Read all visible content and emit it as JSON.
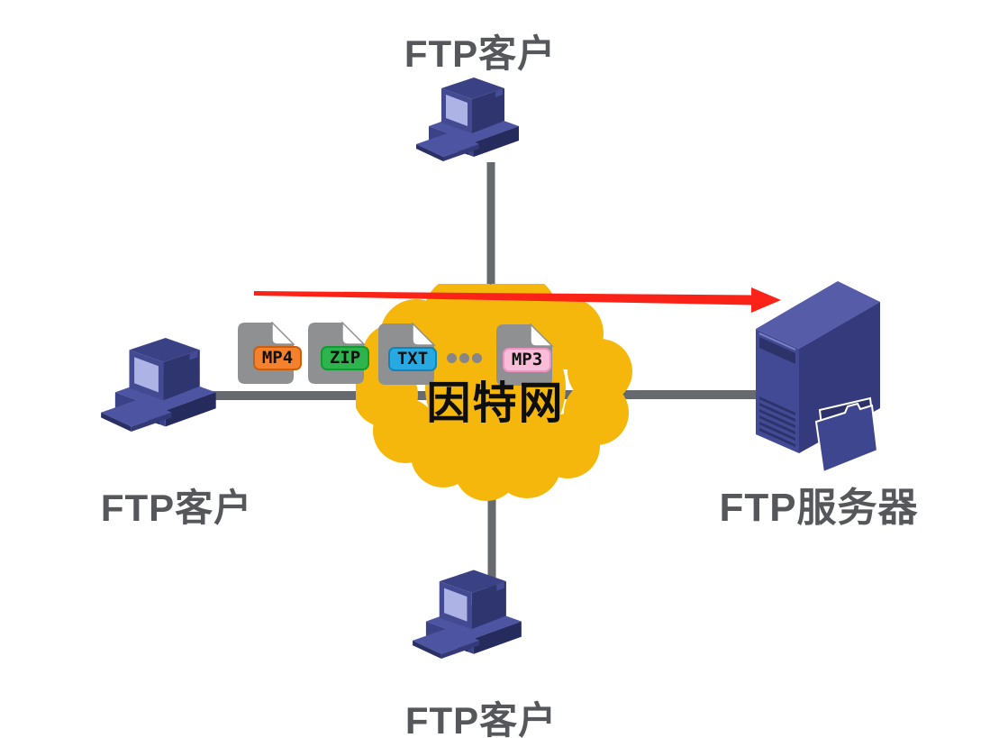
{
  "diagram": {
    "title_hint": "FTP clients exchanging files with an FTP server through the Internet",
    "clients": [
      {
        "position": "top",
        "label": "FTP客户"
      },
      {
        "position": "left",
        "label": "FTP客户"
      },
      {
        "position": "bottom",
        "label": "FTP客户"
      }
    ],
    "server": {
      "label": "FTP服务器"
    },
    "cloud": {
      "label": "因特网",
      "color": "#f5b70b"
    },
    "files": [
      {
        "label": "MP4",
        "bg": "#f5812d",
        "border": "#c9600f"
      },
      {
        "label": "ZIP",
        "bg": "#2eb44d",
        "border": "#149a35"
      },
      {
        "label": "TXT",
        "bg": "#29a9e1",
        "border": "#0d86bf"
      },
      {
        "label": "MP3",
        "bg": "#f9bcd9",
        "border": "#ef93c3"
      }
    ],
    "ellipsis_dots": 3,
    "transfer_arrow": {
      "direction": "left-to-right",
      "color": "#fb2317"
    },
    "colors": {
      "connector_line": "#66696d",
      "label_text": "#55575b",
      "cloud_yellow": "#f5b70b",
      "device_navy_mid": "#454c97",
      "device_navy_dark": "#2d3268",
      "device_navy_light": "#5a61ae",
      "screen_lavender": "#aeb3e6",
      "document_gray": "#8f9091",
      "ellipsis_gray": "#85858a",
      "arrow_red": "#fb2317"
    }
  }
}
